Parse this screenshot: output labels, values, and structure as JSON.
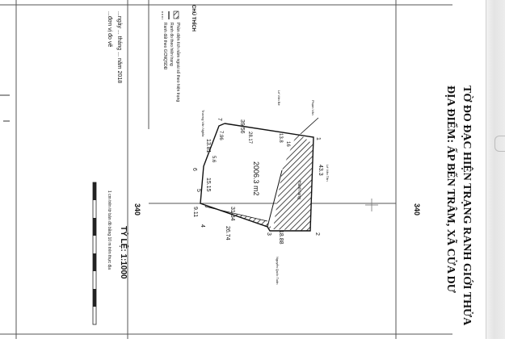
{
  "title": {
    "line1": "TỜ ĐO ĐẠC HIỆN TRẠNG RANH GIỚI THỬA",
    "line2": "ĐỊA ĐIỂM: ẤP BẾN TRÂM, XÃ CỬA DƯ"
  },
  "frame": {
    "coord_label": "340"
  },
  "scale": {
    "label": "TỶ LỆ: 1:1000",
    "note": "1 cm trên tờ bản đồ bằng 10 m trên thực địa"
  },
  "footer": {
    "date_line": "...ngày ... tháng ... năm 2018",
    "unit_line": "...đơn vị đo vẽ"
  },
  "legend": {
    "header": "CHÚ THÍCH",
    "items": [
      "Phần diện tích nằm ngoài sổ theo hiện trạng",
      "Ranh đo theo hiện trạng",
      "Ranh đất theo GCNQSDĐ"
    ]
  },
  "parcel": {
    "area": "2006.3 m2",
    "corners": [
      "1",
      "2",
      "3",
      "4",
      "5",
      "6",
      "7"
    ],
    "edges": {
      "e1": "39.56",
      "e2": "28.17",
      "e3": "13.8",
      "e4": "16",
      "e5": "43.3",
      "e6": "18.88",
      "e7": "26.74",
      "e8": "31.34",
      "e9": "9.11",
      "e10": "15.15",
      "e11": "13.81",
      "e12": "5.6",
      "e13": "7.96"
    },
    "inner_note": "Hành lang",
    "neighbors": {
      "top": "Lê Văn Bé",
      "upper_right": "Phạm Văn",
      "left": "Trương Văn Nghĩa",
      "right": "Lê Văn Tân",
      "bottom": "Nguyễn Quốc Tuấn"
    }
  }
}
